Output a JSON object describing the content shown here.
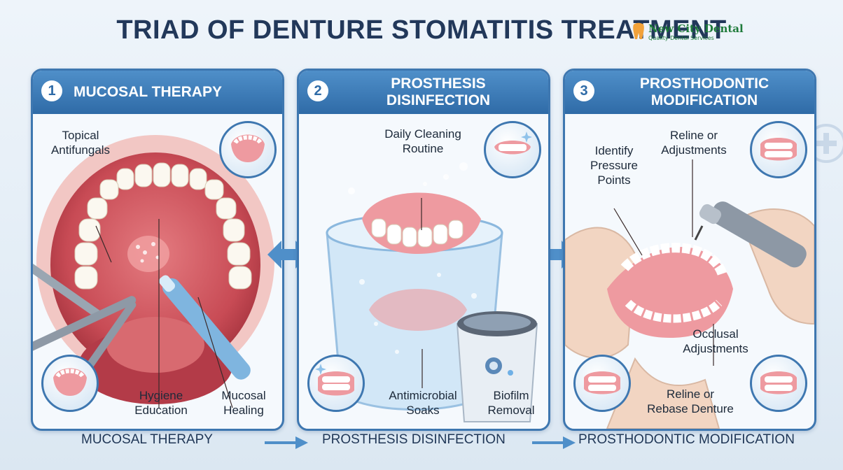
{
  "title": "TRIAD OF DENTURE STOMATITIS TREATMENT",
  "logo": {
    "name": "New City Dental",
    "tagline": "Quality Dental Services",
    "accent": "#1e7a3a"
  },
  "panels": [
    {
      "number": "1",
      "heading": "MUCOSAL THERAPY",
      "labels": {
        "topical": [
          "Topical",
          "Antifungals"
        ],
        "hygiene": [
          "Hygiene",
          "Education"
        ],
        "healing": [
          "Mucosal",
          "Healing"
        ]
      }
    },
    {
      "number": "2",
      "heading": [
        "PROSTHESIS",
        "DISINFECTION"
      ],
      "labels": {
        "daily": [
          "Daily Cleaning",
          "Routine"
        ],
        "soaks": [
          "Antimicrobial",
          "Soaks"
        ],
        "biofilm": [
          "Biofilm",
          "Removal"
        ]
      }
    },
    {
      "number": "3",
      "heading": [
        "PROSTHODONTIC",
        "MODIFICATION"
      ],
      "labels": {
        "reline1": [
          "Reline or",
          "Adjustments"
        ],
        "pressure": [
          "Identify",
          "Pressure",
          "Points"
        ],
        "occlusal": [
          "Occlusal",
          "Adjustments"
        ],
        "rebase": [
          "Reline or",
          "Rebase Denture"
        ]
      }
    }
  ],
  "flow": [
    "MUCOSAL THERAPY",
    "PROSTHESIS DISINFECTION",
    "PROSTHODONTIC MODIFICATION"
  ],
  "colors": {
    "primary": "#3e77b0",
    "title": "#22385a",
    "gum": "#e9868c"
  }
}
